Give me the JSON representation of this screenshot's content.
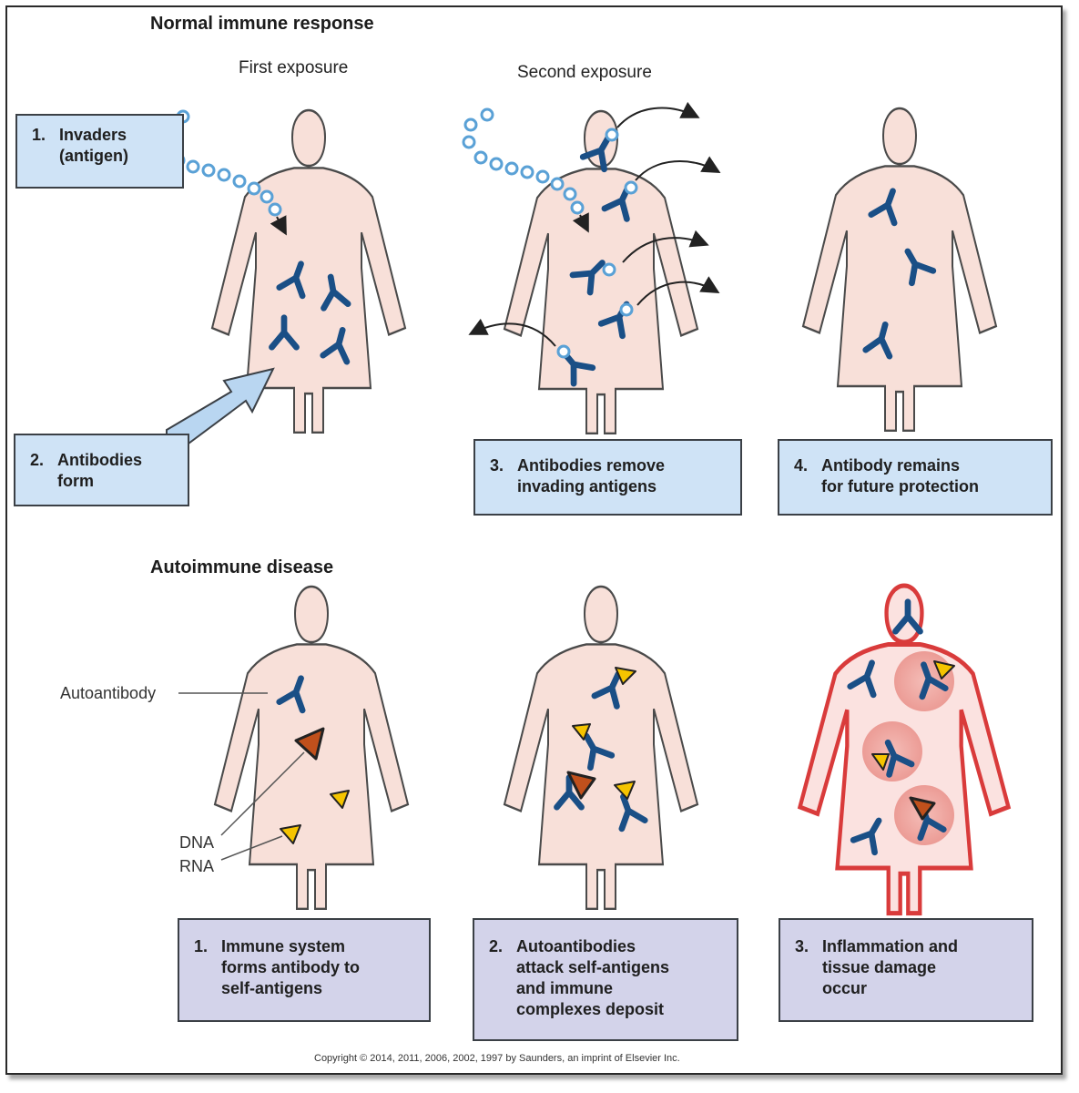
{
  "normal": {
    "title": "Normal immune response",
    "first_exposure": "First exposure",
    "second_exposure": "Second exposure",
    "step1": {
      "num": "1.",
      "lines": [
        "Invaders",
        "(antigen)"
      ]
    },
    "step2": {
      "num": "2.",
      "lines": [
        "Antibodies",
        "form"
      ]
    },
    "step3": {
      "num": "3.",
      "lines": [
        "Antibodies remove",
        "invading antigens"
      ]
    },
    "step4": {
      "num": "4.",
      "lines": [
        "Antibody remains",
        "for future protection"
      ]
    }
  },
  "autoimmune": {
    "title": "Autoimmune disease",
    "autoantibody_label": "Autoantibody",
    "dna_label": "DNA",
    "rna_label": "RNA",
    "step1": {
      "num": "1.",
      "lines": [
        "Immune system",
        "forms antibody to",
        "self-antigens"
      ]
    },
    "step2": {
      "num": "2.",
      "lines": [
        "Autoantibodies",
        "attack self-antigens",
        "and immune",
        "complexes deposit"
      ]
    },
    "step3": {
      "num": "3.",
      "lines": [
        "Inflammation and",
        "tissue damage",
        "occur"
      ]
    }
  },
  "copyright": "Copyright © 2014, 2011, 2006, 2002, 1997 by Saunders, an imprint of Elsevier Inc.",
  "colors": {
    "body_fill": "#f8e0d9",
    "body_stroke": "#4a4a4a",
    "antibody": "#1a4f86",
    "antigen": "#5aa1d6",
    "inflamed_stroke": "#d93b3b",
    "inflamed_fill": "#fbe2e0",
    "blue_box": "#cfe3f6",
    "lavender_box": "#d3d3ea",
    "dna": "#c0501c",
    "rna": "#f5c400"
  }
}
